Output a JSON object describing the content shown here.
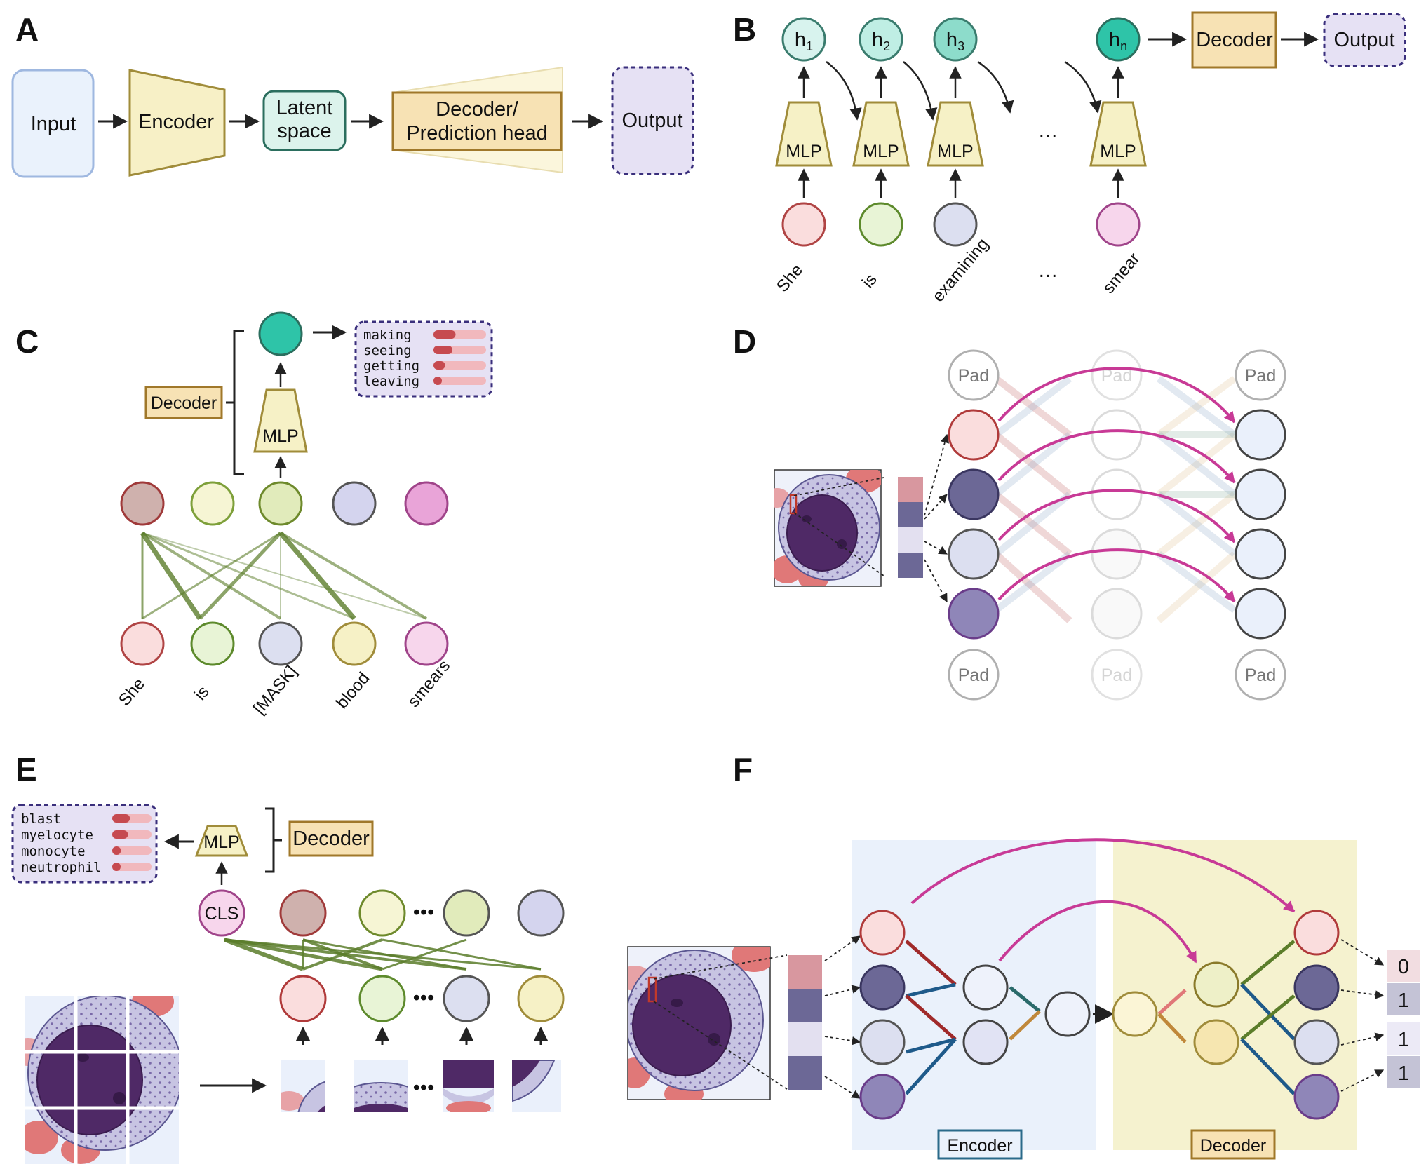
{
  "panels": {
    "A": {
      "letter": "A",
      "input": "Input",
      "encoder": "Encoder",
      "latent_line1": "Latent",
      "latent_line2": "space",
      "decoder_line1": "Decoder/",
      "decoder_line2": "Prediction head",
      "output": "Output"
    },
    "B": {
      "letter": "B",
      "hidden_states": [
        {
          "base": "h",
          "sub": "1"
        },
        {
          "base": "h",
          "sub": "2"
        },
        {
          "base": "h",
          "sub": "3"
        },
        {
          "base": "h",
          "sub": "n"
        }
      ],
      "mlp": "MLP",
      "ellipsis": "…",
      "decoder": "Decoder",
      "output": "Output",
      "words": [
        "She",
        "is",
        "examining",
        "smear"
      ]
    },
    "C": {
      "letter": "C",
      "decoder": "Decoder",
      "mlp": "MLP",
      "predictions": [
        "making",
        "seeing",
        "getting",
        "leaving"
      ],
      "prediction_scores": [
        0.42,
        0.36,
        0.22,
        0.14
      ],
      "words": [
        "She",
        "is",
        "[MASK]",
        "blood",
        "smears"
      ]
    },
    "D": {
      "letter": "D",
      "pad": "Pad"
    },
    "E": {
      "letter": "E",
      "mlp": "MLP",
      "decoder": "Decoder",
      "cls": "CLS",
      "ellipsis": "•••",
      "classes": [
        "blast",
        "myelocyte",
        "monocyte",
        "neutrophil"
      ],
      "class_scores": [
        0.45,
        0.4,
        0.22,
        0.15
      ]
    },
    "F": {
      "letter": "F",
      "encoder": "Encoder",
      "decoder": "Decoder",
      "outputs": [
        "0",
        "1",
        "1",
        "1"
      ]
    }
  },
  "colors": {
    "accent_teal": "#2ec4a8",
    "skip_arrow": "#c83a96",
    "mlp_fill": "#f6f1c6",
    "mlp_stroke": "#a08c3a",
    "output_fill": "#e6e1f4",
    "output_stroke": "#3a2f7c",
    "encoder_region": "#eaf1fb",
    "decoder_region": "#f5f2cf",
    "attention_green": "#5b7d2a"
  }
}
